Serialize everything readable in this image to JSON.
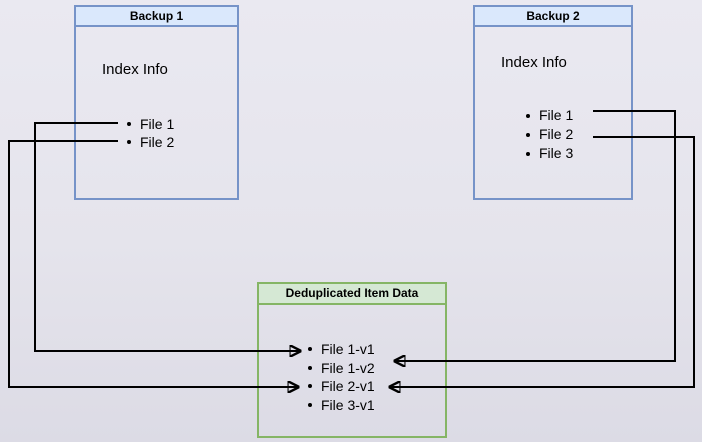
{
  "diagram": {
    "type": "backup-deduplication-diagram",
    "background_color": "#e5e4ec",
    "connector_color": "#000000",
    "boxes": [
      {
        "id": "backup-1",
        "title": "Backup 1",
        "subtitle": "Index Info",
        "items": [
          "File 1",
          "File 2"
        ],
        "header_fill": "#dae8fc",
        "border_color": "#7693c8"
      },
      {
        "id": "backup-2",
        "title": "Backup 2",
        "subtitle": "Index Info",
        "items": [
          "File 1",
          "File 2",
          "File 3"
        ],
        "header_fill": "#dae8fc",
        "border_color": "#7693c8"
      },
      {
        "id": "deduplicated-item-data",
        "title": "Deduplicated Item Data",
        "items": [
          "File 1-v1",
          "File 1-v2",
          "File 2-v1",
          "File 3-v1"
        ],
        "header_fill": "#d5e8d4",
        "border_color": "#85b565"
      }
    ],
    "connections": [
      {
        "from": "Backup 1 / File 1",
        "to": "Deduplicated Item Data / File 1-v1",
        "route": "left-loop"
      },
      {
        "from": "Backup 1 / File 2",
        "to": "Deduplicated Item Data / File 2-v1",
        "route": "left-loop"
      },
      {
        "from": "Backup 2 / File 1",
        "to": "Deduplicated Item Data / File 1-v2",
        "route": "right-loop"
      },
      {
        "from": "Backup 2 / File 2",
        "to": "Deduplicated Item Data / File 2-v1",
        "route": "right-loop"
      }
    ]
  }
}
